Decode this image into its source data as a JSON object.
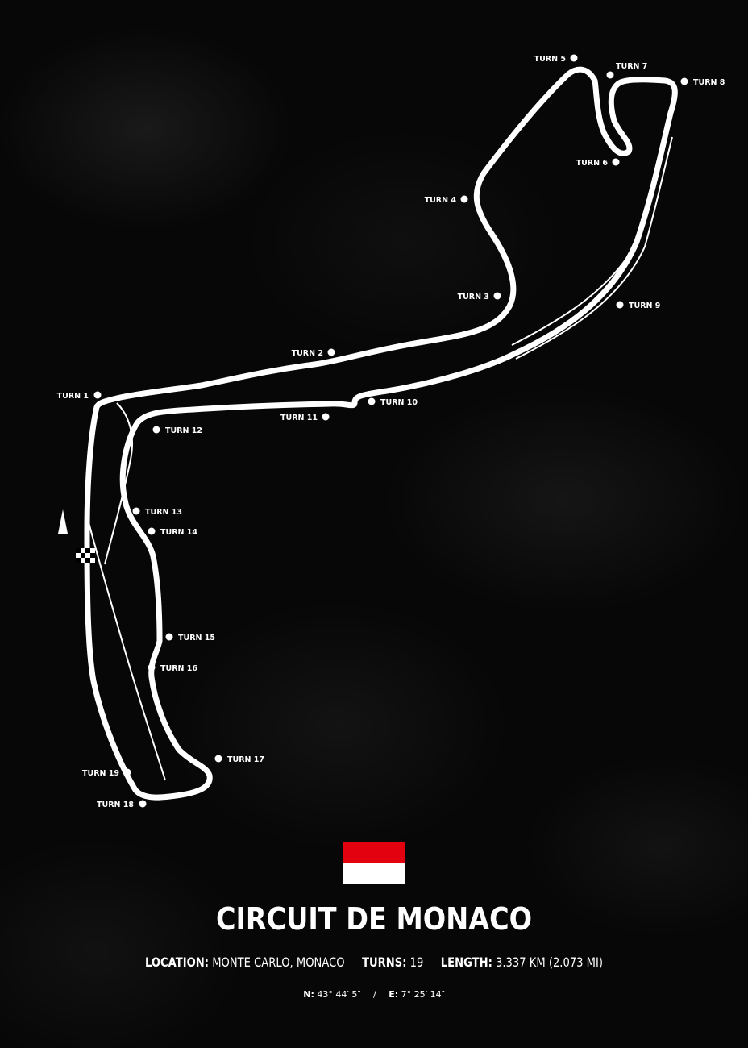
{
  "title": "CIRCUIT DE MONACO",
  "flag": {
    "top_color": "#e3000f",
    "bottom_color": "#ffffff"
  },
  "info": {
    "location_label": "LOCATION:",
    "location_value": "MONTE CARLO, MONACO",
    "turns_label": "TURNS:",
    "turns_value": "19",
    "length_label": "LENGTH:",
    "length_value": "3.337 KM (2.073 MI)"
  },
  "coords": {
    "n_label": "N:",
    "n_value": "43° 44′ 5″",
    "separator": "/",
    "e_label": "E:",
    "e_value": "7° 25′ 14″"
  },
  "turns": [
    "TURN 1",
    "TURN 2",
    "TURN 3",
    "TURN 4",
    "TURN 5",
    "TURN 6",
    "TURN 7",
    "TURN 8",
    "TURN 9",
    "TURN 10",
    "TURN 11",
    "TURN 12",
    "TURN 13",
    "TURN 14",
    "TURN 15",
    "TURN 16",
    "TURN 17",
    "TURN 18",
    "TURN 19"
  ],
  "colors": {
    "background": "#070707",
    "track": "#ffffff"
  }
}
